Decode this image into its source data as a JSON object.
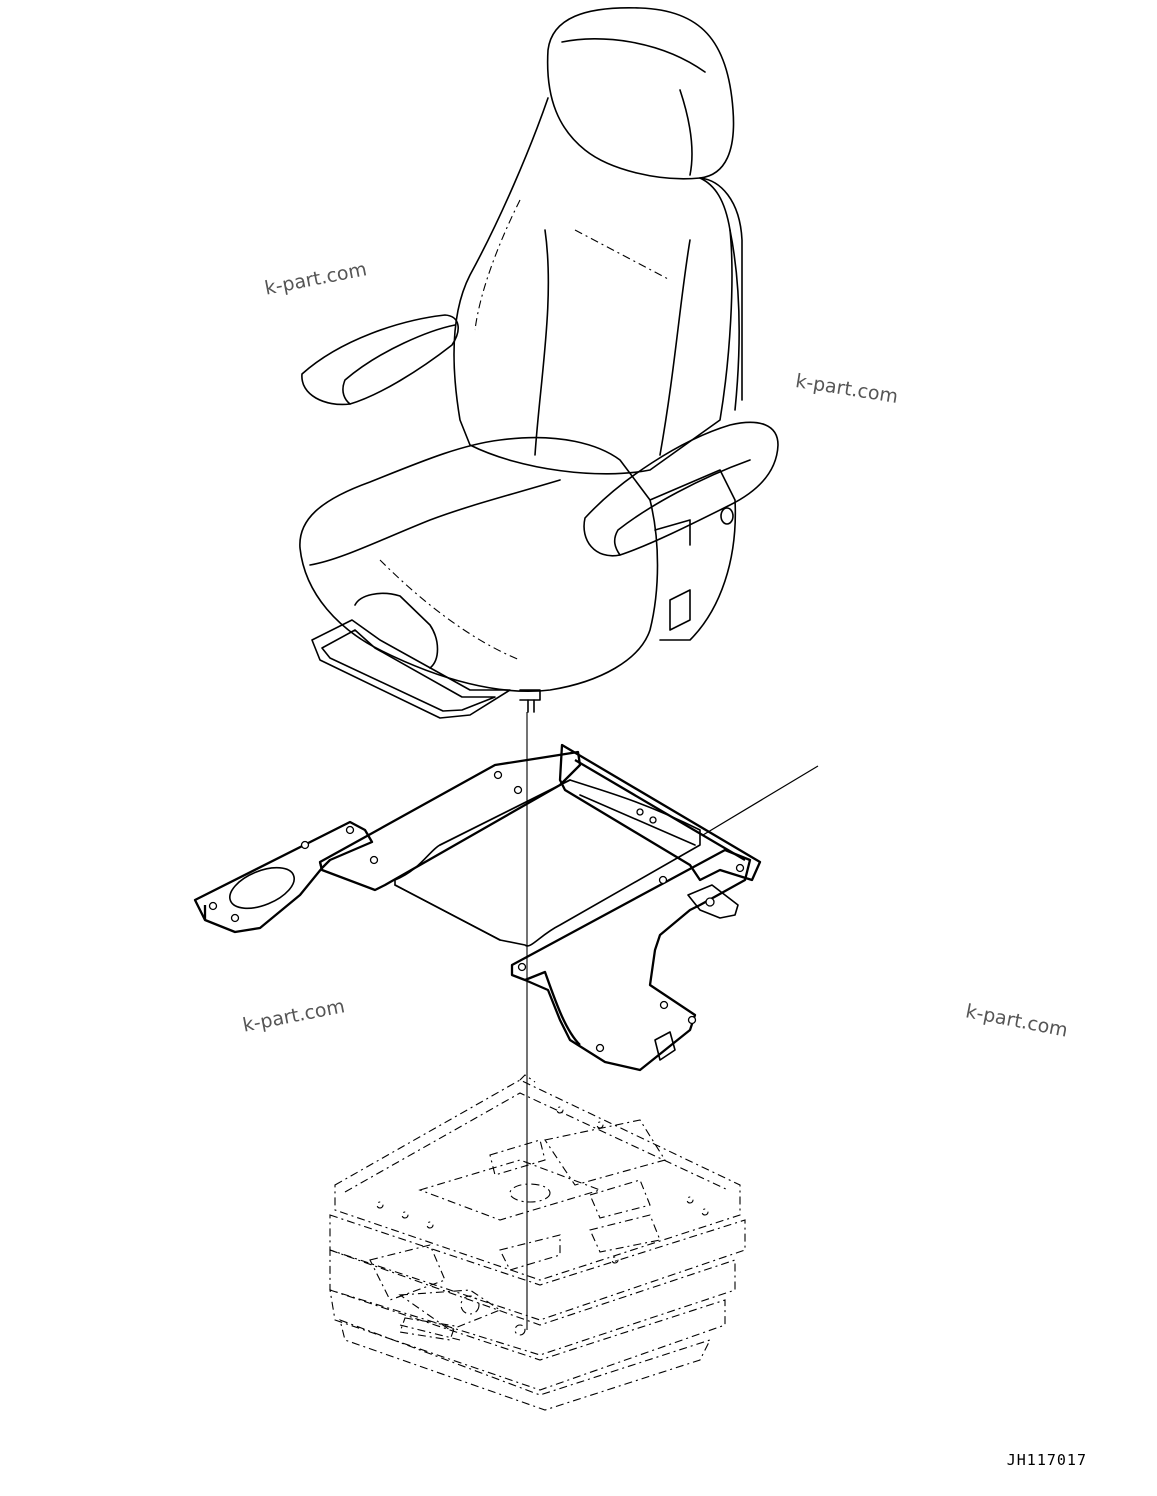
{
  "watermarks": [
    "k-part.com",
    "k-part.com",
    "k-part.com",
    "k-part.com"
  ],
  "drawing_code": "JH117017",
  "parts": {
    "seat": "seat-assembly",
    "bracket": "mounting-bracket",
    "suspension": "suspension-base"
  }
}
